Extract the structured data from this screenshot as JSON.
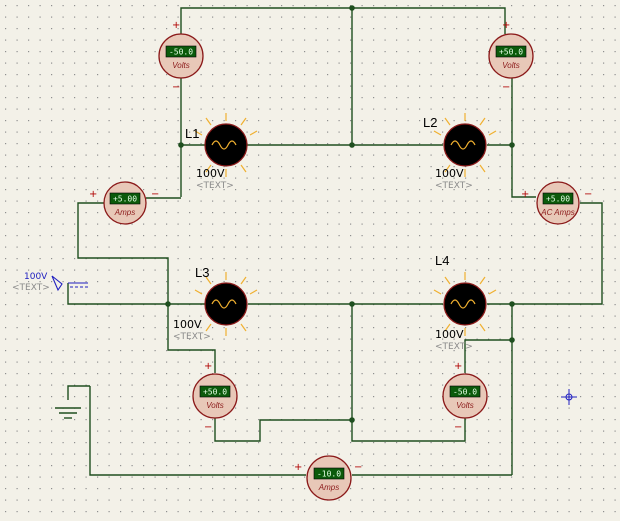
{
  "colors": {
    "background": "#f3f1e8",
    "grid_dot": "#8f8f8f",
    "wire": "#1f4f1f",
    "meter_body": "#e8c8b8",
    "meter_border": "#8b1a1a",
    "display": "#0b5a0b",
    "display_text": "#e6ffe6",
    "lamp_rays": "#f0b030",
    "probe": "#2020c0"
  },
  "lamps": [
    {
      "id": "L1",
      "label": "L1",
      "value": "100V",
      "text": "<TEXT>"
    },
    {
      "id": "L2",
      "label": "L2",
      "value": "100V",
      "text": "<TEXT>"
    },
    {
      "id": "L3",
      "label": "L3",
      "value": "100V",
      "text": "<TEXT>"
    },
    {
      "id": "L4",
      "label": "L4",
      "value": "100V",
      "text": "<TEXT>"
    }
  ],
  "meters": {
    "v_top_left": {
      "reading": "-50.0",
      "unit": "Volts"
    },
    "v_top_right": {
      "reading": "+50.0",
      "unit": "Volts"
    },
    "a_left": {
      "reading": "+5.00",
      "unit": "Amps"
    },
    "a_right_ac": {
      "reading": "+5.00",
      "unit": "AC Amps"
    },
    "v_bottom_left": {
      "reading": "+50.0",
      "unit": "Volts"
    },
    "v_bottom_right": {
      "reading": "-50.0",
      "unit": "Volts"
    },
    "a_bottom": {
      "reading": "-10.0",
      "unit": "Amps"
    }
  },
  "source": {
    "value": "100V",
    "text": "<TEXT>"
  },
  "polarity": {
    "plus": "+",
    "minus": "−"
  }
}
